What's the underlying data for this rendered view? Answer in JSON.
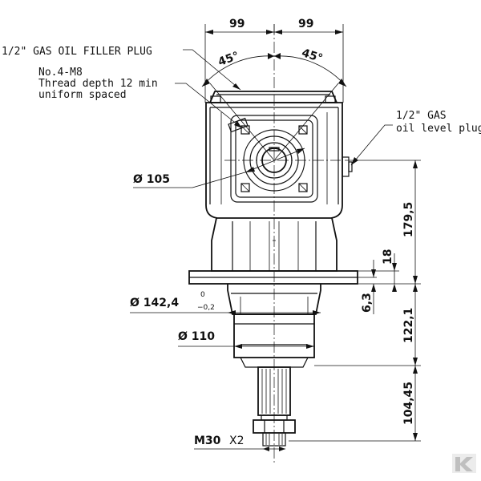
{
  "dimensions": {
    "top_left": "99",
    "top_right": "99",
    "angle_left": "45°",
    "angle_right": "45°",
    "dia_105": "Ø 105",
    "dia_142": "Ø 142,4",
    "dia_142_tol_upper": "0",
    "dia_142_tol_lower": "−0,2",
    "dia_110": "Ø 110",
    "h_179": "179,5",
    "h_18": "18",
    "h_6": "6,3",
    "h_122": "122,1",
    "h_104": "104,45",
    "thread": "M30",
    "thread_qty": "X2"
  },
  "notes": {
    "filler_plug": "1/2\" GAS OIL FILLER PLUG",
    "holes_line1": "No.4-M8",
    "holes_line2": "Thread depth 12 min",
    "holes_line3": "uniform spaced",
    "level_plug_line1": "1/2\" GAS",
    "level_plug_line2": "oil level plug"
  },
  "icons": {
    "logo": "kramp-k-logo-icon"
  }
}
